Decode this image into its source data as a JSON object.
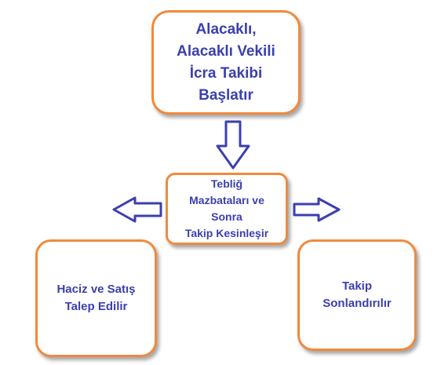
{
  "diagram": {
    "nodes": {
      "top": {
        "label": "Alacaklı,\nAlacaklı Vekili\nİcra Takibi\nBaşlatır"
      },
      "middle": {
        "label": "Tebliğ\nMazbataları ve\nSonra\nTakip Kesinleşir"
      },
      "left": {
        "label": "Haciz ve Satış\nTalep Edilir"
      },
      "right": {
        "label": "Takip\nSonlandırılır"
      }
    },
    "colors": {
      "box_border": "#f08a3c",
      "text": "#3b3fb0",
      "arrow_stroke": "#3b3fb0",
      "arrow_fill": "#ffffff"
    }
  }
}
